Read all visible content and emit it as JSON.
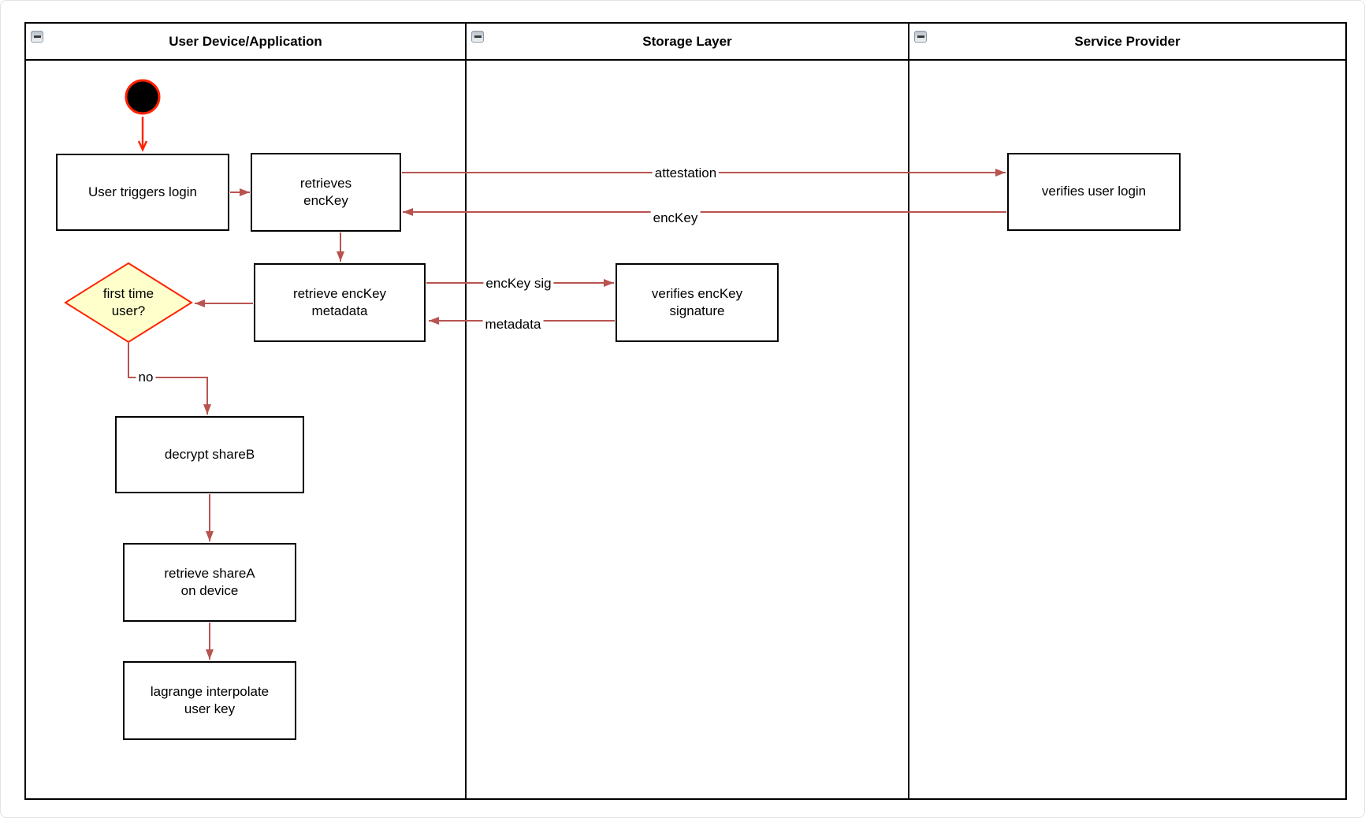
{
  "lanes": {
    "device": {
      "title": "User Device/Application"
    },
    "storage": {
      "title": "Storage Layer"
    },
    "provider": {
      "title": "Service Provider"
    }
  },
  "nodes": {
    "user_triggers_login": {
      "label": "User triggers login"
    },
    "retrieves_enckey": {
      "label": "retrieves\nencKey"
    },
    "verifies_user_login": {
      "label": "verifies user login"
    },
    "retrieve_enckey_metadata": {
      "label": "retrieve encKey\nmetadata"
    },
    "first_time_user": {
      "label": "first time\nuser?"
    },
    "verifies_enckey_signature": {
      "label": "verifies encKey\nsignature"
    },
    "decrypt_shareb": {
      "label": "decrypt shareB"
    },
    "retrieve_sharea_on_device": {
      "label": "retrieve shareA\non device"
    },
    "lagrange_interpolate_user_key": {
      "label": "lagrange interpolate\nuser key"
    }
  },
  "edges": {
    "attestation": {
      "label": "attestation"
    },
    "enckey_return": {
      "label": "encKey"
    },
    "enckey_sig": {
      "label": "encKey sig"
    },
    "metadata_return": {
      "label": "metadata"
    },
    "no_branch": {
      "label": "no"
    }
  },
  "icons": {
    "collapse": "minus"
  },
  "colors": {
    "connector": "#b85450",
    "start_arrow_red": "#ff2200",
    "decision_fill": "#ffffcc",
    "decision_border": "#ff2200",
    "node_border": "#000000",
    "node_fill": "#ffffff"
  }
}
